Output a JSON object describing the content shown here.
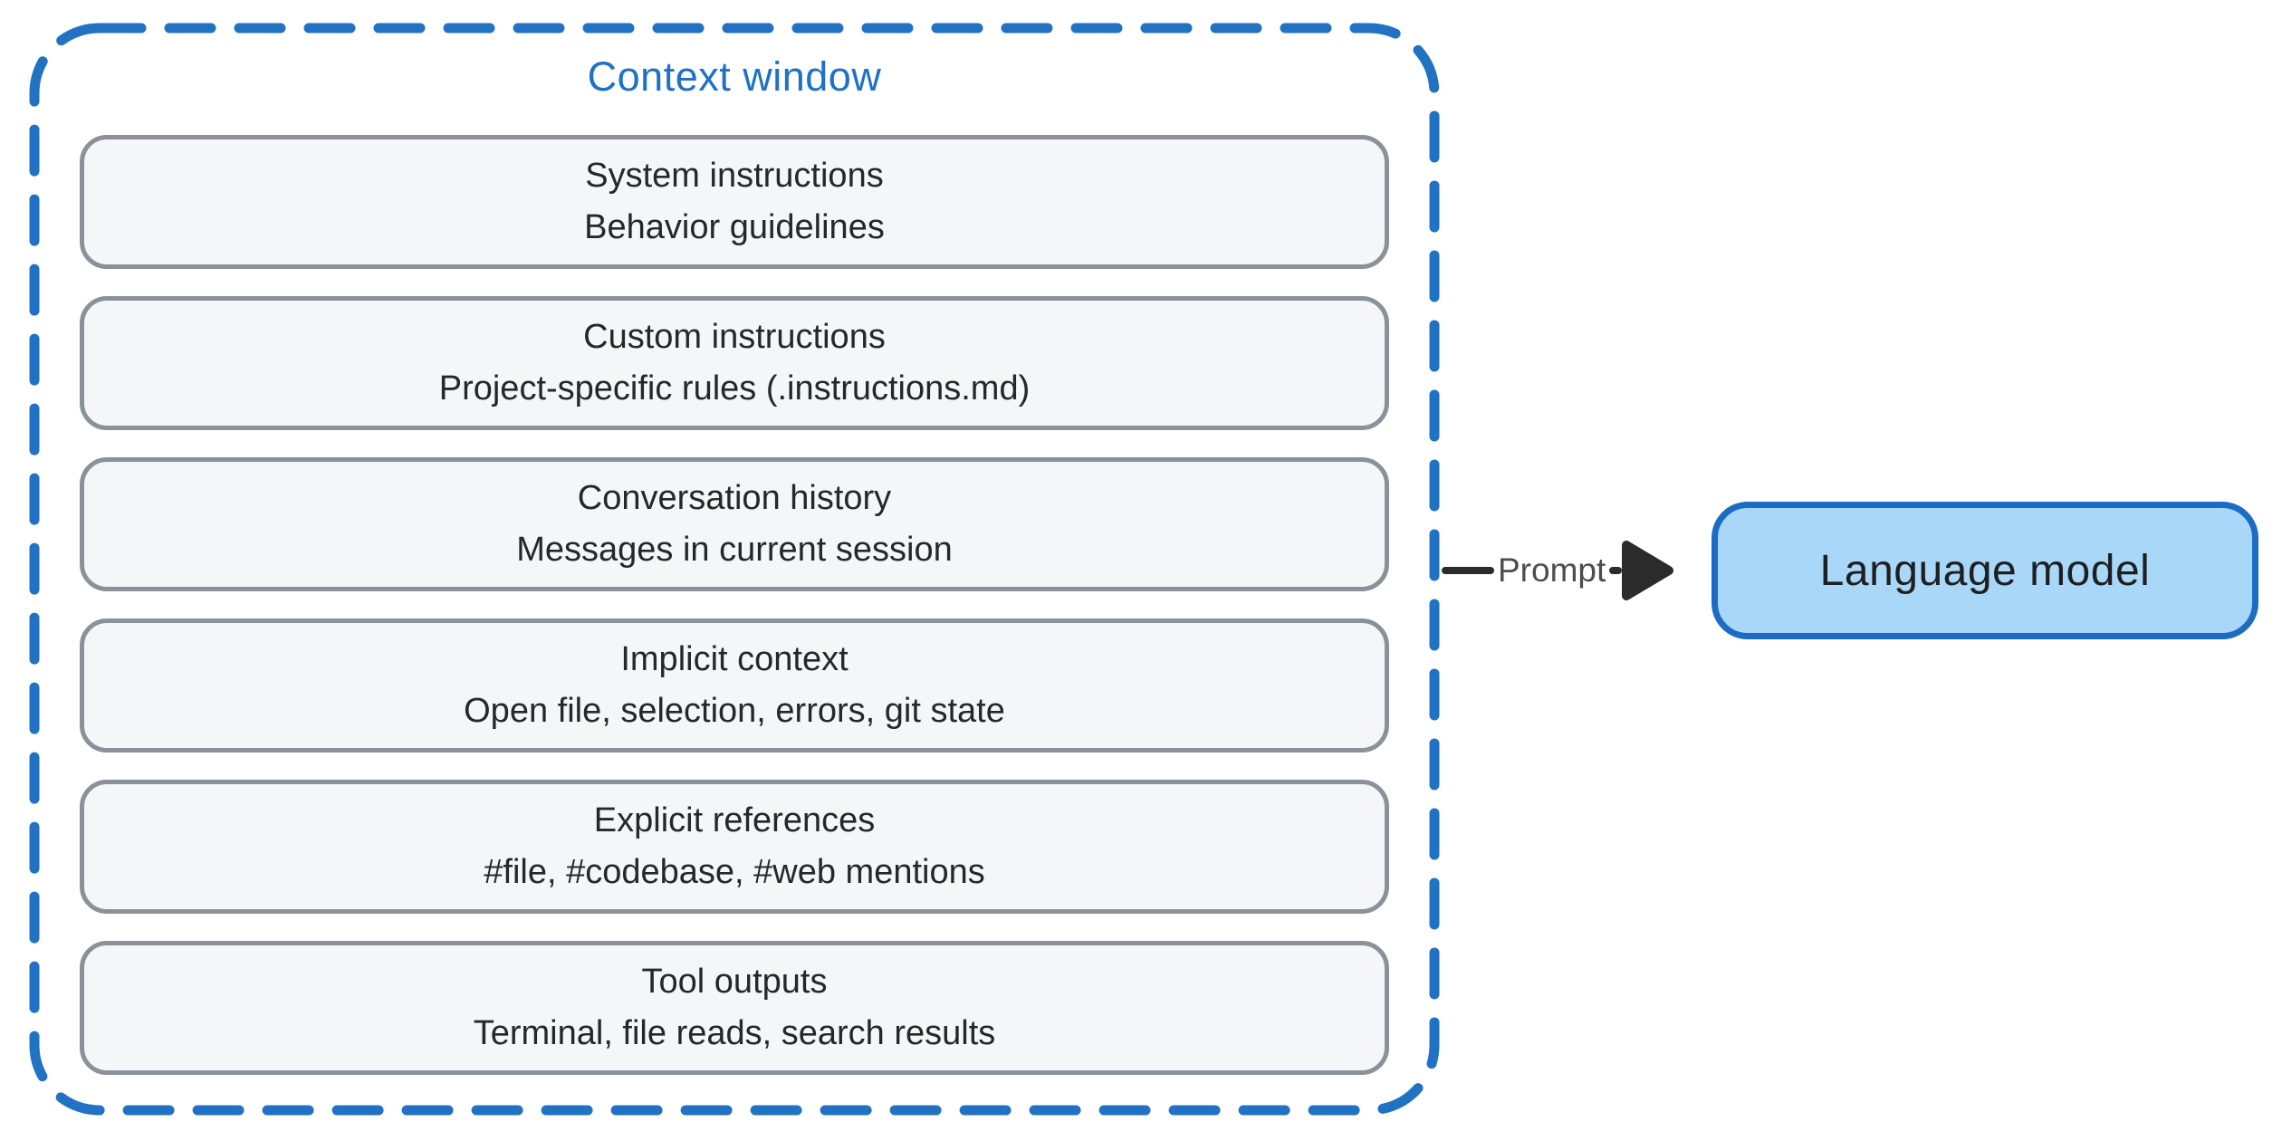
{
  "diagram": {
    "context_window": {
      "title": "Context window",
      "boxes": [
        {
          "title": "System instructions",
          "subtitle": "Behavior guidelines"
        },
        {
          "title": "Custom instructions",
          "subtitle": "Project-specific rules (.instructions.md)"
        },
        {
          "title": "Conversation history",
          "subtitle": "Messages in current session"
        },
        {
          "title": "Implicit context",
          "subtitle": "Open file, selection, errors, git state"
        },
        {
          "title": "Explicit references",
          "subtitle": "#file, #codebase, #web mentions"
        },
        {
          "title": "Tool outputs",
          "subtitle": "Terminal, file reads, search results"
        }
      ]
    },
    "arrow": {
      "label": "Prompt"
    },
    "model": {
      "label": "Language model"
    },
    "colors": {
      "context_border_blue": "#2272c3",
      "context_title_blue": "#1d71c6",
      "box_border_gray": "#8a9199",
      "box_fill_gray": "#f4f6f8",
      "box_text": "#26272b",
      "arrow_black": "#2b2b2b",
      "prompt_text_gray": "#4d4d4d",
      "model_fill_blue": "#a9d7f8",
      "model_border_blue": "#1b6cc2"
    }
  }
}
